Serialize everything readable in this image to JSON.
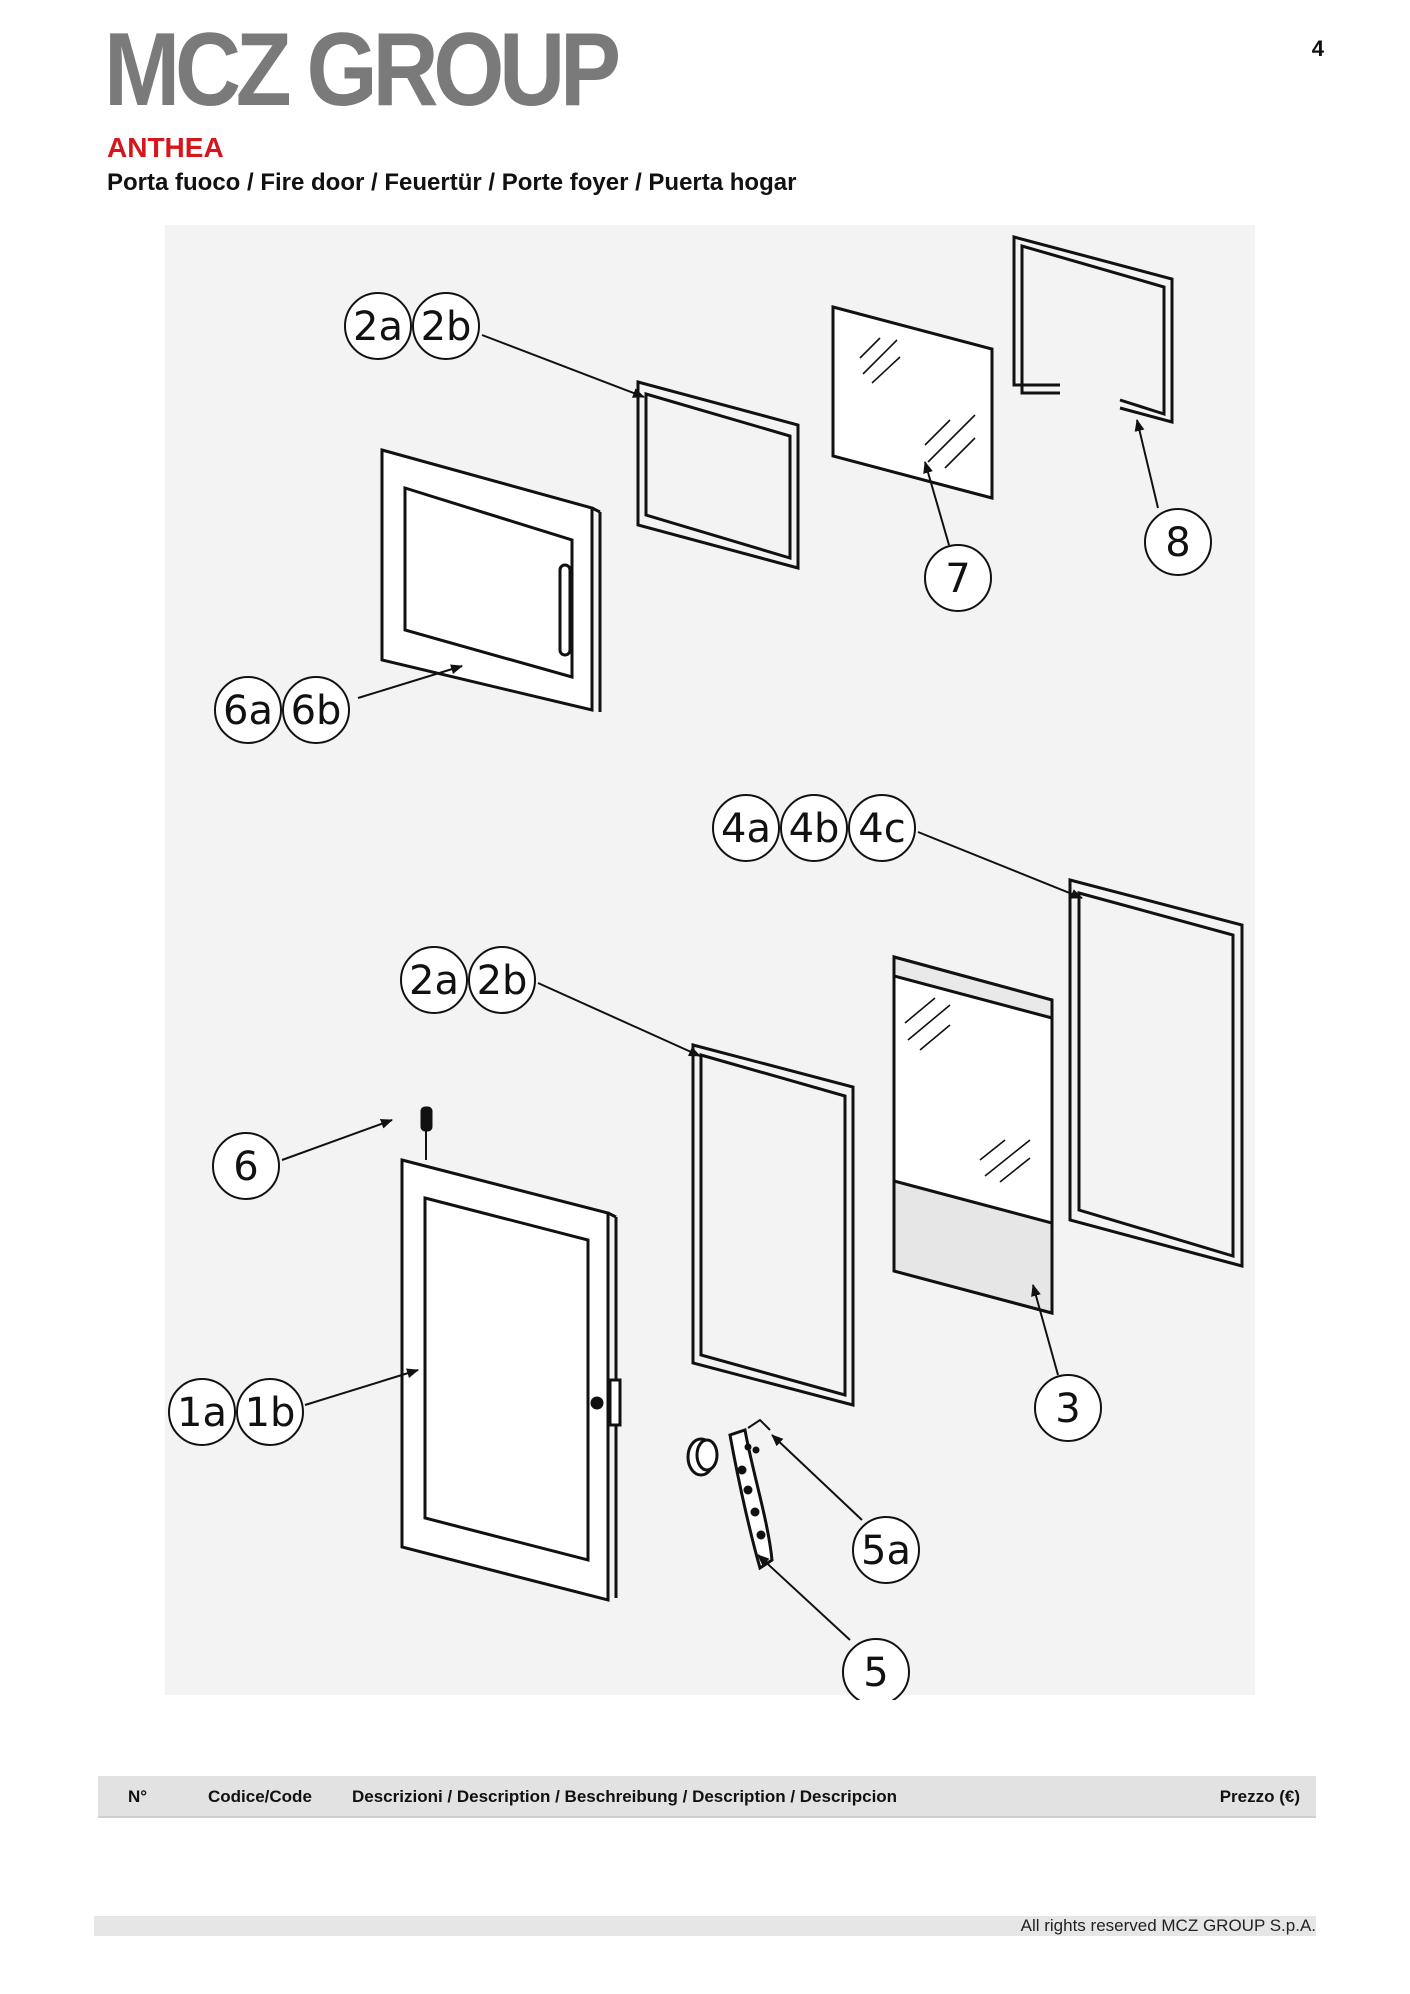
{
  "header": {
    "brand": "MCZ GROUP",
    "page_number": "4",
    "product": "ANTHEA",
    "subtitle": "Porta fuoco / Fire door / Feuertür / Porte foyer / Puerta hogar"
  },
  "diagram": {
    "callouts": [
      {
        "id": "c-2a-top",
        "label": "2a"
      },
      {
        "id": "c-2b-top",
        "label": "2b"
      },
      {
        "id": "c-7",
        "label": "7"
      },
      {
        "id": "c-8",
        "label": "8"
      },
      {
        "id": "c-6a",
        "label": "6a"
      },
      {
        "id": "c-6b",
        "label": "6b"
      },
      {
        "id": "c-4a",
        "label": "4a"
      },
      {
        "id": "c-4b",
        "label": "4b"
      },
      {
        "id": "c-4c",
        "label": "4c"
      },
      {
        "id": "c-2a-mid",
        "label": "2a"
      },
      {
        "id": "c-2b-mid",
        "label": "2b"
      },
      {
        "id": "c-6",
        "label": "6"
      },
      {
        "id": "c-3",
        "label": "3"
      },
      {
        "id": "c-1a",
        "label": "1a"
      },
      {
        "id": "c-1b",
        "label": "1b"
      },
      {
        "id": "c-5a",
        "label": "5a"
      },
      {
        "id": "c-5",
        "label": "5"
      }
    ]
  },
  "table": {
    "col_n": "N°",
    "col_code": "Codice/Code",
    "col_desc": "Descrizioni / Description / Beschreibung / Description / Descripcion",
    "col_price": "Prezzo (€)"
  },
  "footer": {
    "text": "All rights reserved MCZ GROUP S.p.A."
  }
}
